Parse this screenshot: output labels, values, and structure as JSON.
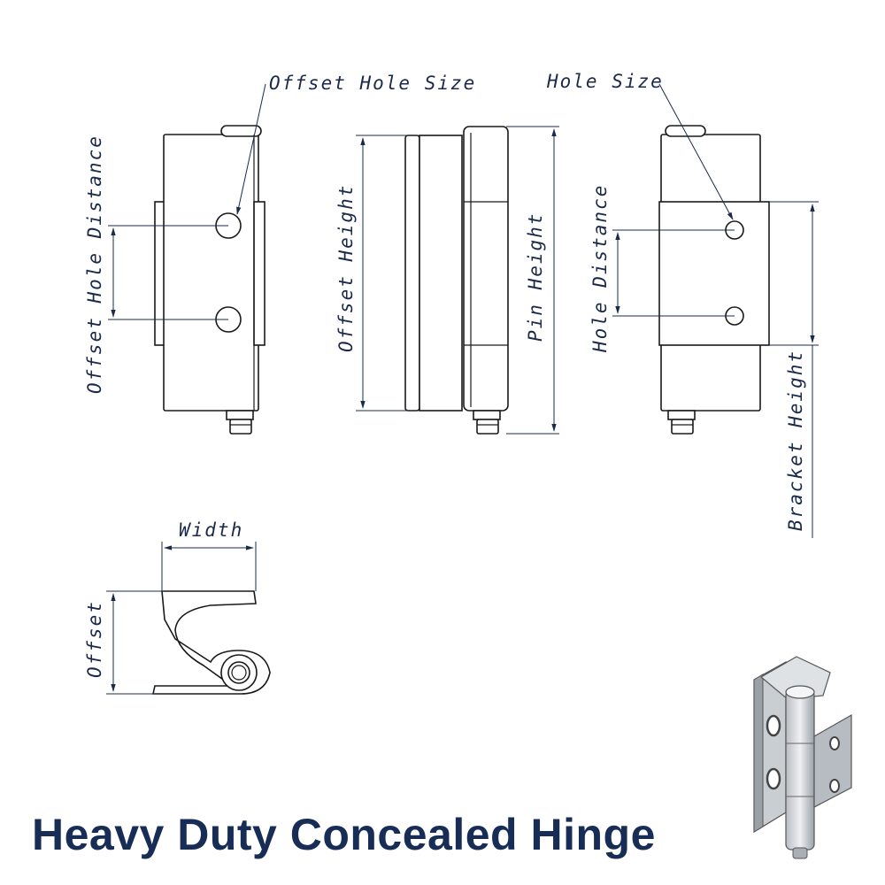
{
  "title": "Heavy Duty Concealed Hinge",
  "labels": {
    "offset_hole_size": "Offset Hole Size",
    "offset_hole_distance": "Offset Hole Distance",
    "offset_height": "Offset Height",
    "pin_height": "Pin Height",
    "hole_size": "Hole Size",
    "hole_distance": "Hole Distance",
    "bracket_height": "Bracket Height",
    "width": "Width",
    "offset": "Offset"
  },
  "colors": {
    "title": "#172d55",
    "dimension": "#1b2a4a",
    "outline": "#1a1a1a"
  }
}
